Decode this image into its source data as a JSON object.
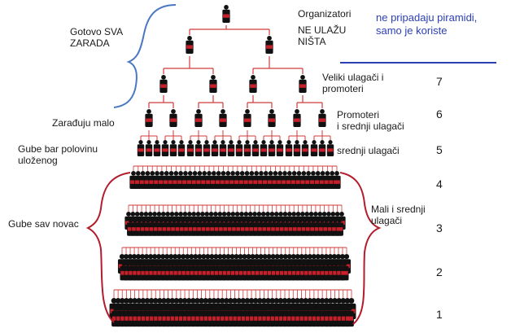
{
  "labels": {
    "organizatori": "Organizatori",
    "ne_ulazu": "NE ULAŽU\nNIŠTA",
    "ne_pripadaju": "ne pripadaju piramidi,\nsamo je koriste",
    "gotovo_sva_zarada": "Gotovo SVA\nZARADA",
    "veliki_ulagaci": "Veliki ulagači i\npromoteri",
    "promoteri_srednji": "Promoteri\ni srednji ulagači",
    "srednji_ulagaci": "srednji ulagači",
    "zaradjuju_malo": "Zarađuju  malo",
    "gube_bar_polovinu": "Gube bar polovinu\nuloženog",
    "gube_sav_novac": "Gube sav novac",
    "mali_i_srednji": "Mali i srednji\nulagači"
  },
  "levels": [
    "7",
    "6",
    "5",
    "4",
    "3",
    "2",
    "1"
  ],
  "colors": {
    "person": "#111111",
    "tie": "#c8202a",
    "line": "#d23a3a",
    "brace_blue": "#4a78c0",
    "brace_red": "#b21c2c",
    "divider": "#2b3fb4",
    "text_blue": "#2b3fb4"
  }
}
